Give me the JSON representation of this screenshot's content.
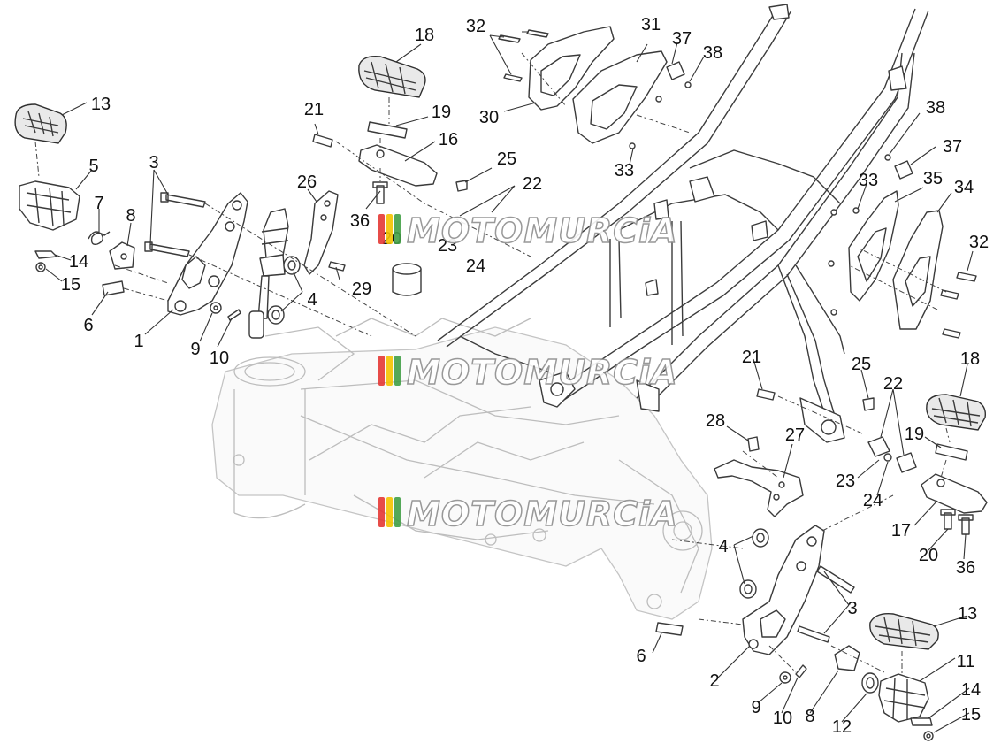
{
  "watermark": {
    "text": "MOTOMURCiA",
    "stripe_colors": [
      "#e53935",
      "#f5c400",
      "#43a047"
    ]
  },
  "callouts": {
    "c1": "1",
    "c2": "2",
    "c3a": "3",
    "c3b": "3",
    "c4a": "4",
    "c4b": "4",
    "c5": "5",
    "c6a": "6",
    "c6b": "6",
    "c7": "7",
    "c8a": "8",
    "c8b": "8",
    "c9a": "9",
    "c9b": "9",
    "c10a": "10",
    "c10b": "10",
    "c11": "11",
    "c12": "12",
    "c13a": "13",
    "c13b": "13",
    "c14a": "14",
    "c14b": "14",
    "c15a": "15",
    "c15b": "15",
    "c16": "16",
    "c17": "17",
    "c18a": "18",
    "c18b": "18",
    "c19a": "19",
    "c19b": "19",
    "c20a": "20",
    "c20b": "20",
    "c21a": "21",
    "c21b": "21",
    "c22a": "22",
    "c22b": "22",
    "c23a": "23",
    "c23b": "23",
    "c24a": "24",
    "c24b": "24",
    "c25a": "25",
    "c25b": "25",
    "c26": "26",
    "c27": "27",
    "c28": "28",
    "c29": "29",
    "c30": "30",
    "c31": "31",
    "c32a": "32",
    "c32b": "32",
    "c33a": "33",
    "c33b": "33",
    "c34": "34",
    "c35": "35",
    "c36a": "36",
    "c36b": "36",
    "c37a": "37",
    "c37b": "37",
    "c38a": "38",
    "c38b": "38"
  }
}
